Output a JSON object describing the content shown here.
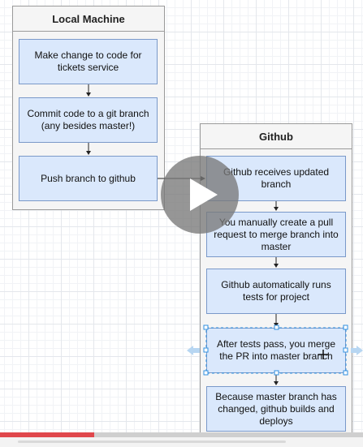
{
  "local_machine": {
    "title": "Local Machine",
    "steps": [
      "Make change to code for tickets service",
      "Commit code to a git branch (any besides master!)",
      "Push branch to github"
    ]
  },
  "github": {
    "title": "Github",
    "steps": [
      "Github receives updated branch",
      "You manually create a pull request to merge branch into master",
      "Github automatically runs tests for project",
      "After tests pass, you merge the PR into master branch",
      "Because master branch has changed, github builds and deploys"
    ]
  },
  "video": {
    "progress": 0.26,
    "icons": [
      "play-icon",
      "move-cursor-icon",
      "connection-arrow-icon"
    ]
  },
  "colors": {
    "step_fill": "#dae8fc",
    "step_border": "#7a99c9",
    "panel_fill": "#f5f5f5",
    "progress": "#e0474c",
    "selection": "#2f8fe0"
  }
}
